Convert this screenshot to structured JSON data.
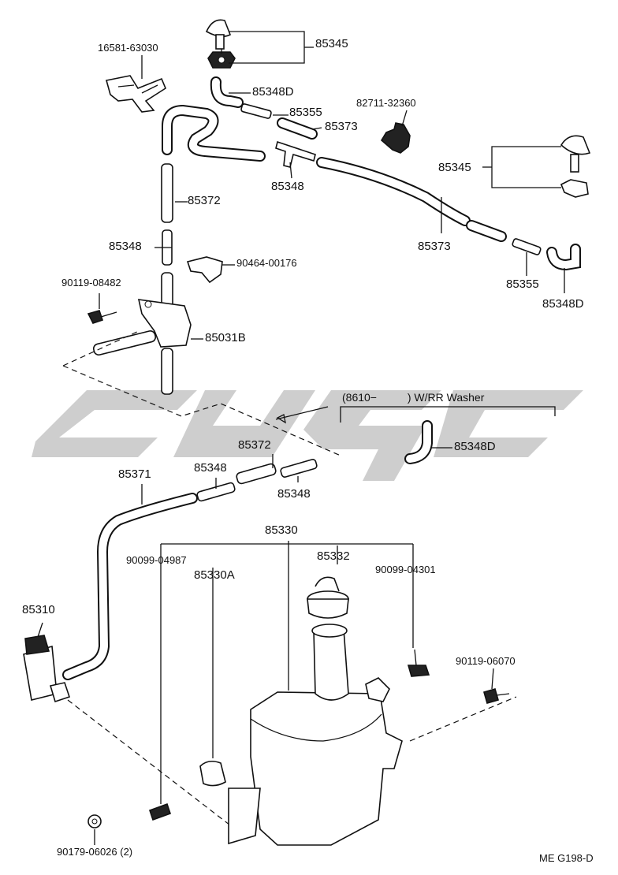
{
  "labels": {
    "p85345_top": "85345",
    "p16581": "16581-63030",
    "p85348D_top": "85348D",
    "p85355_top": "85355",
    "p85373_top": "85373",
    "p82711": "82711-32360",
    "p85348_top": "85348",
    "p85345_right": "85345",
    "p85372_top": "85372",
    "p85373_right": "85373",
    "p85348_mid": "85348",
    "p90464": "90464-00176",
    "p85355_right": "85355",
    "p85348D_right": "85348D",
    "p90119_08482": "90119-08482",
    "p85031B": "85031B",
    "wrr_washer": "(8610−          ) W/RR Washer",
    "p85348D_wrr": "85348D",
    "p85371": "85371",
    "p85348_low1": "85348",
    "p85372_low": "85372",
    "p85348_low2": "85348",
    "p85330": "85330",
    "p90099_04987": "90099-04987",
    "p85332": "85332",
    "p90099_04301": "90099-04301",
    "p85330A": "85330A",
    "p85310": "85310",
    "p90119_06070": "90119-06070",
    "p90179": "90179-06026 (2)",
    "diagram_code": "ME G198-D"
  }
}
